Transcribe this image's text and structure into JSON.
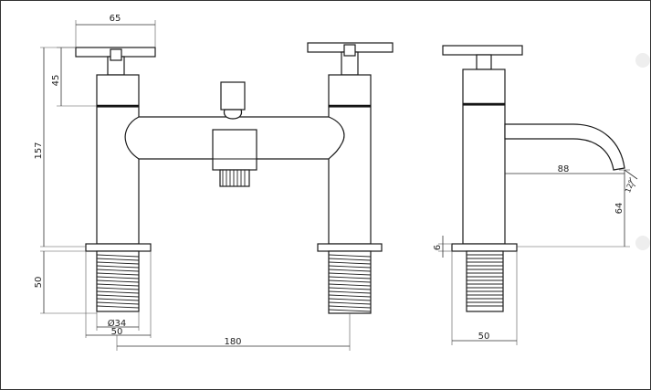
{
  "dimensions": {
    "handle_width": "65",
    "handle_height": "45",
    "overall_height": "157",
    "thread_length": "50",
    "thread_diameter": "Ø34",
    "base_width_front": "50",
    "centres": "180",
    "spout_reach": "88",
    "spout_height": "64",
    "base_plate": "6",
    "side_base_width": "50",
    "spout_angle": "12°"
  }
}
